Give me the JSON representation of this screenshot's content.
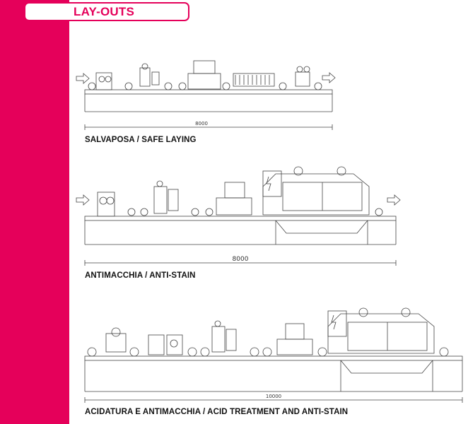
{
  "header": {
    "title": "LAY-OUTS"
  },
  "layouts": [
    {
      "caption": "SALVAPOSA / SAFE LAYING",
      "dimension": "8000"
    },
    {
      "caption": "ANTIMACCHIA / ANTI-STAIN",
      "dimension": "8000"
    },
    {
      "caption": "ACIDATURA E ANTIMACCHIA / ACID TREATMENT AND ANTI-STAIN",
      "dimension": "10000"
    }
  ],
  "colors": {
    "accent": "#e5005a",
    "line": "#444444"
  }
}
